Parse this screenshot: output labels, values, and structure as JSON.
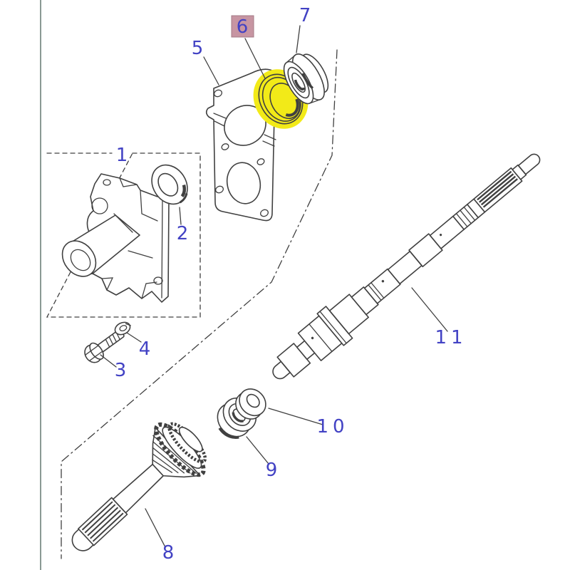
{
  "figure": {
    "kind": "exploded-parts-diagram",
    "subject": "transmission main shaft, input shaft gear, bearings, gasket and extension housing",
    "colors": {
      "line": "#404040",
      "label_text": "#4242c4",
      "label6_box_bg": "#c795a2",
      "seal_highlight": "#f2ea18",
      "page_edge": "#8a9a94",
      "background": "#ffffff"
    },
    "highlighted_part": "6",
    "labels": [
      {
        "text": "1"
      },
      {
        "text": "2"
      },
      {
        "text": "3"
      },
      {
        "text": "4"
      },
      {
        "text": "5"
      },
      {
        "text": "6"
      },
      {
        "text": "7"
      },
      {
        "text": "8"
      },
      {
        "text": "9"
      },
      {
        "text": "10"
      },
      {
        "text": "11"
      }
    ]
  }
}
